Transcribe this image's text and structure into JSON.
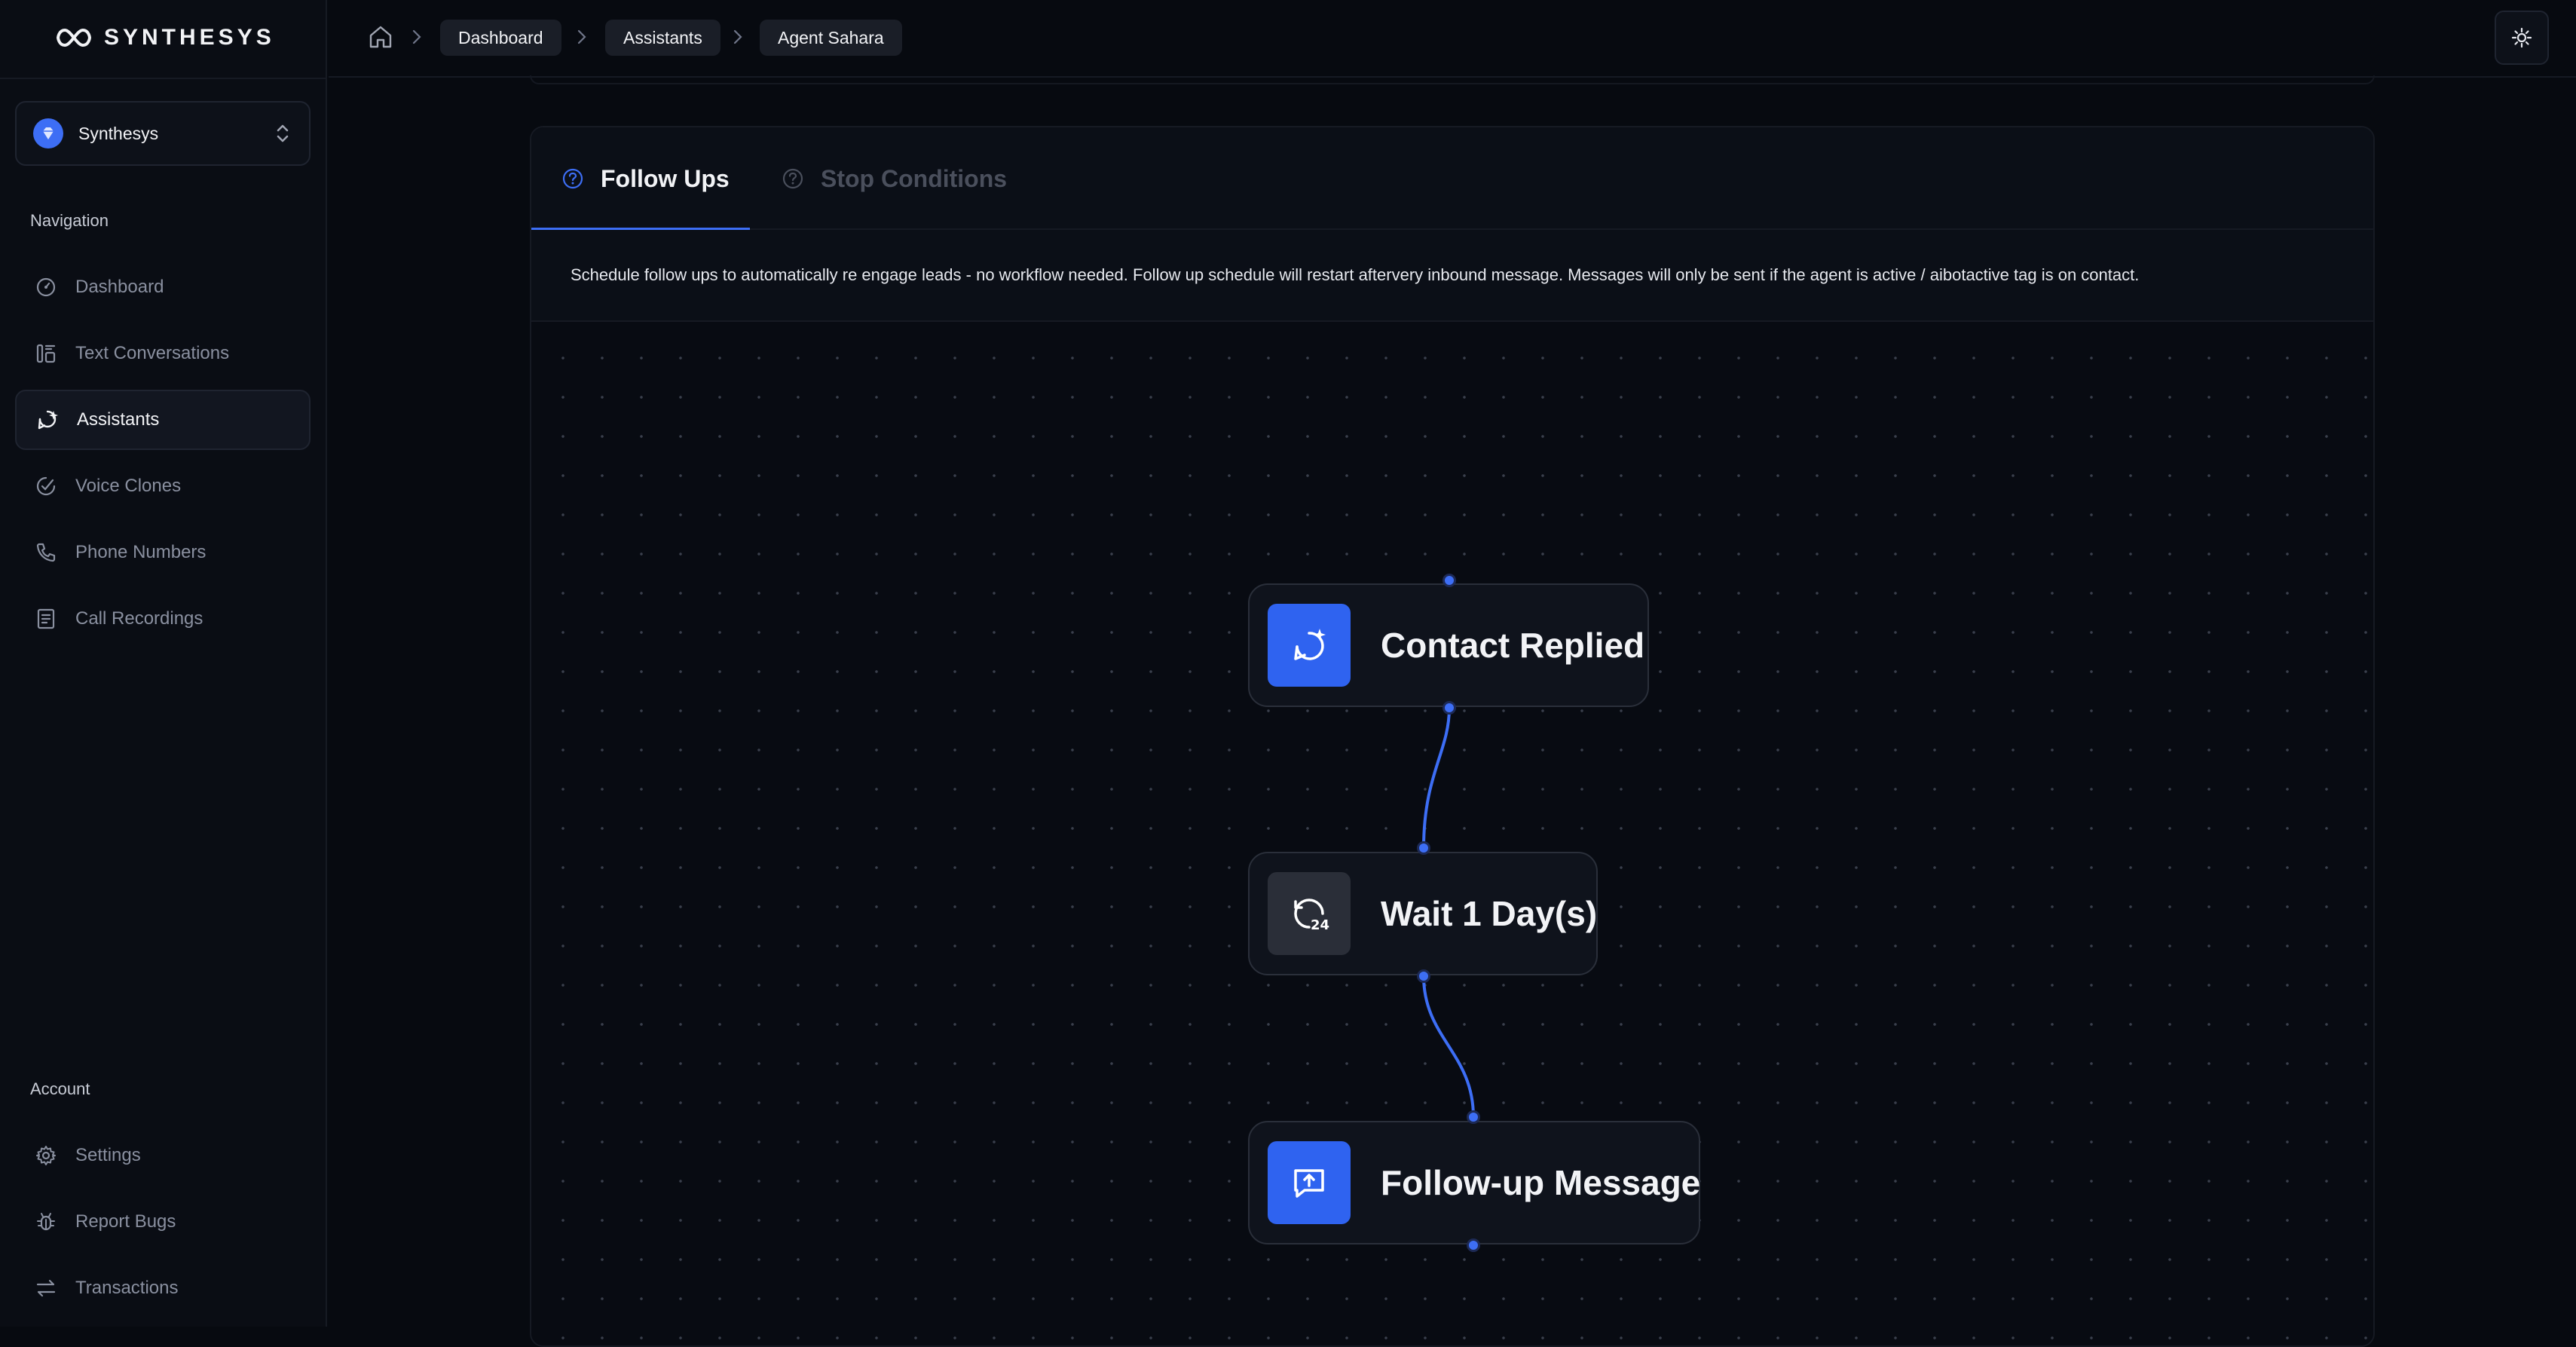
{
  "brand": {
    "name": "SYNTHESYS"
  },
  "workspace": {
    "name": "Synthesys"
  },
  "sidebar": {
    "navigation_label": "Navigation",
    "nav_items": [
      {
        "label": "Dashboard",
        "icon": "gauge-icon",
        "active": false
      },
      {
        "label": "Text Conversations",
        "icon": "text-conversations-icon",
        "active": false
      },
      {
        "label": "Assistants",
        "icon": "assistant-icon",
        "active": true
      },
      {
        "label": "Voice Clones",
        "icon": "voice-clone-icon",
        "active": false
      },
      {
        "label": "Phone Numbers",
        "icon": "phone-icon",
        "active": false
      },
      {
        "label": "Call Recordings",
        "icon": "recording-icon",
        "active": false
      }
    ],
    "account_label": "Account",
    "account_items": [
      {
        "label": "Settings",
        "icon": "gear-icon"
      },
      {
        "label": "Report Bugs",
        "icon": "bug-icon"
      },
      {
        "label": "Transactions",
        "icon": "transfer-icon"
      }
    ]
  },
  "breadcrumb": {
    "items": [
      "Dashboard",
      "Assistants",
      "Agent Sahara"
    ]
  },
  "tabs": {
    "follow_ups": "Follow Ups",
    "stop_conditions": "Stop Conditions",
    "active": "follow_ups"
  },
  "description": "Schedule follow ups to automatically re engage leads - no workflow needed. Follow up schedule will restart aftervery inbound message. Messages will only be sent if the agent is active / aibotactive tag is on contact.",
  "flow": {
    "nodes": [
      {
        "label": "Contact Replied",
        "icon": "chat-sparkle-icon"
      },
      {
        "label": "Wait 1 Day(s)",
        "icon": "clock-24-icon"
      },
      {
        "label": "Follow-up Message",
        "icon": "message-upload-icon"
      }
    ]
  },
  "colors": {
    "accent": "#3d6ef5",
    "background": "#070a10",
    "sidebar": "#0a0d14"
  }
}
